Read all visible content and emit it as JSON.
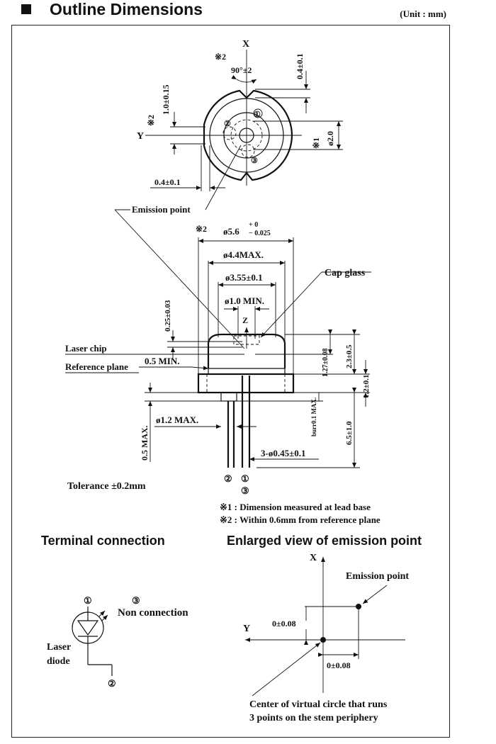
{
  "header": {
    "title": "Outline Dimensions",
    "unit": "(Unit : mm)"
  },
  "top_view": {
    "axis_x": "X",
    "axis_y": "Y",
    "mark2_a": "※2",
    "angle": "90°±2",
    "dim_04_top": "0.4±0.1",
    "mark2_b": "※2",
    "dim_10": "1.0±0.15",
    "pin1": "①",
    "pin2": "②",
    "pin3": "③",
    "mark1": "※1",
    "dim_d20": "ø2.0",
    "dim_04_left": "0.4±0.1"
  },
  "side_view": {
    "emission_point": "Emission point",
    "mark2": "※2",
    "d56": "ø5.6",
    "d56_tol_plus": "+ 0",
    "d56_tol_minus": "− 0.025",
    "d44": "ø4.4MAX.",
    "d355": "ø3.55±0.1",
    "d10": "ø1.0 MIN.",
    "cap_glass": "Cap glass",
    "dim_025": "0.25±0.03",
    "axis_z": "Z",
    "laser_chip": "Laser chip",
    "reference_plane": "Reference plane",
    "min05": "0.5 MIN.",
    "dim_127": "1.27±0.08",
    "dim_23": "2.3±0.5",
    "dim_12": "1.2±0.1",
    "dim_05max": "0.5 MAX.",
    "d12max": "ø1.2 MAX.",
    "burr": "burr0.1 MAX.",
    "dim_65": "6.5±1.0",
    "leads": "3-ø0.45±0.1",
    "lead_top_left": "②",
    "lead_top_right": "①",
    "lead_bottom": "③"
  },
  "notes": {
    "tolerance": "Tolerance  ±0.2mm",
    "note1": "※1 : Dimension measured at lead base",
    "note2": "※2 : Within 0.6mm from reference plane"
  },
  "terminal": {
    "title": "Terminal connection",
    "pin1": "①",
    "pin2": "②",
    "pin3": "③",
    "non_connection": "Non connection",
    "laser": "Laser",
    "diode": "diode"
  },
  "enlarged": {
    "title": "Enlarged view of emission point",
    "axis_x": "X",
    "axis_y": "Y",
    "emission_point": "Emission point",
    "tol_y": "0±0.08",
    "tol_x": "0±0.08",
    "caption1": "Center of virtual circle that runs",
    "caption2": "3 points on the stem periphery"
  }
}
